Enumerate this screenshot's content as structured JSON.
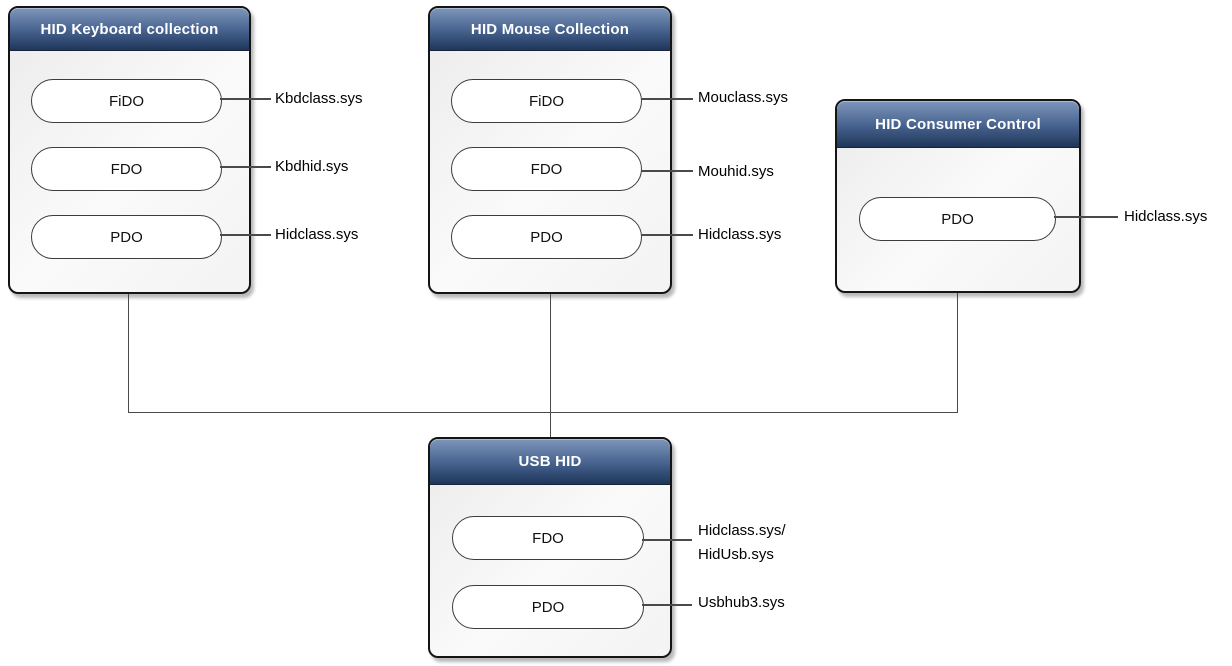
{
  "diagram": {
    "boxes": [
      {
        "title": "HID Keyboard collection",
        "pills": [
          {
            "label": "FiDO",
            "driver_lines": [
              "Kbdclass.sys"
            ]
          },
          {
            "label": "FDO",
            "driver_lines": [
              "Kbdhid.sys"
            ]
          },
          {
            "label": "PDO",
            "driver_lines": [
              "Hidclass.sys"
            ]
          }
        ]
      },
      {
        "title": "HID Mouse Collection",
        "pills": [
          {
            "label": "FiDO",
            "driver_lines": [
              "Mouclass.sys"
            ]
          },
          {
            "label": "FDO",
            "driver_lines": [
              "Mouhid.sys"
            ]
          },
          {
            "label": "PDO",
            "driver_lines": [
              "Hidclass.sys"
            ]
          }
        ]
      },
      {
        "title": "HID Consumer Control",
        "pills": [
          {
            "label": "PDO",
            "driver_lines": [
              "Hidclass.sys"
            ]
          }
        ]
      },
      {
        "title": "USB HID",
        "pills": [
          {
            "label": "FDO",
            "driver_lines": [
              "Hidclass.sys/",
              "HidUsb.sys"
            ]
          },
          {
            "label": "PDO",
            "driver_lines": [
              "Usbhub3.sys"
            ]
          }
        ]
      }
    ],
    "colors": {
      "header_top": "#7e96bb",
      "header_mid": "#45618d",
      "header_bottom": "#1f3659",
      "body_light": "#fafafa",
      "body_dark": "#ebebeb",
      "border": "#141414",
      "connector": "#4a4a4a",
      "title_text": "#ffffff",
      "pill_text": "#111111",
      "label_text": "#000000"
    }
  }
}
